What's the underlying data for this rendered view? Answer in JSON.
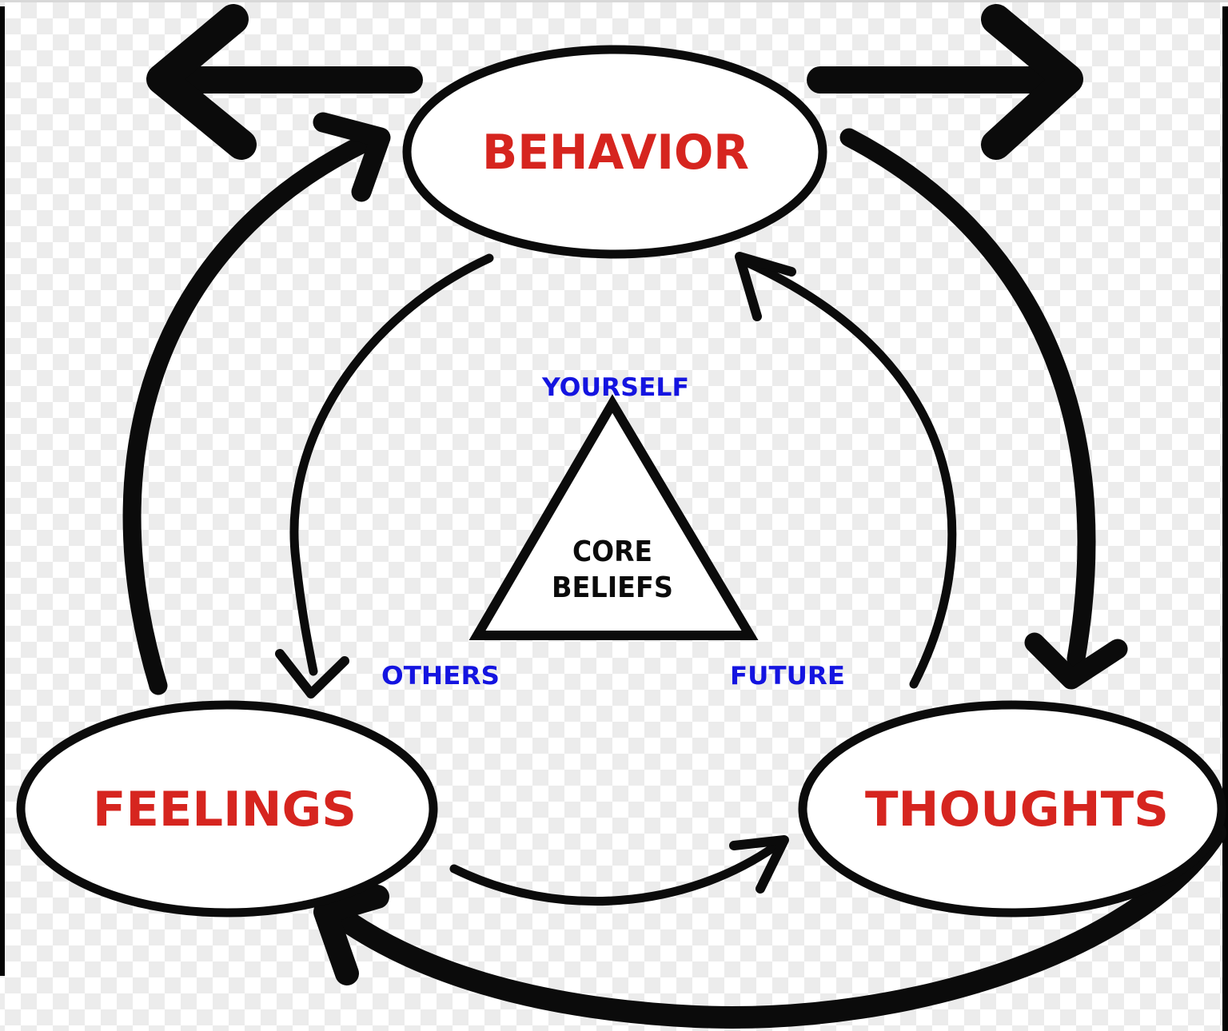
{
  "background": {
    "checker_light": "#ffffff",
    "checker_gray": "#ececec",
    "top_edge_line": "#d8d8d8",
    "side_frame_bars": "#050505"
  },
  "nodes": {
    "behavior": "BEHAVIOR",
    "feelings": "FEELINGS",
    "thoughts": "THOUGHTS"
  },
  "triangle": {
    "line1": "CORE",
    "line2": "BELIEFS",
    "label_top": "YOURSELF",
    "label_bottom_left": "OTHERS",
    "label_bottom_right": "FUTURE"
  },
  "colors": {
    "node_text": "#d6251f",
    "triangle_label_text": "#1414e0",
    "stroke": "#0b0b0b",
    "shape_fill": "#ffffff"
  }
}
